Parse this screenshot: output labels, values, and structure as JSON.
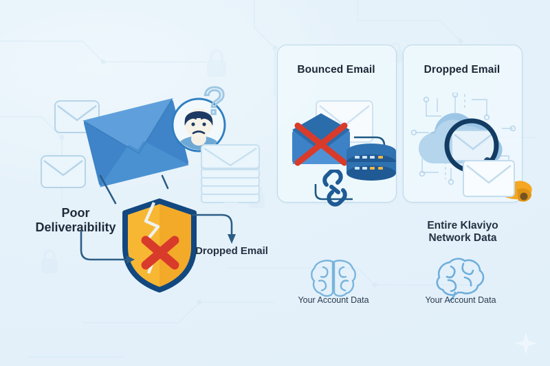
{
  "diagram": {
    "title_context": "Email deliverability infographic",
    "background_color": "#e6f2fa",
    "accent_blue": "#2f7fc1",
    "deep_blue": "#1b4f85",
    "shield_orange": "#f5a623",
    "alert_red": "#d93b2b",
    "text_dark": "#1e2b3a"
  },
  "left_section": {
    "poor_deliverability_label": "Poor\nDeliveraibility",
    "poor_deliverability_line1": "Poor",
    "poor_deliverability_line2": "Deliveraibility",
    "dropped_email_label": "Dropped Email",
    "icons": [
      {
        "name": "large-envelope",
        "color": "#4a90d9"
      },
      {
        "name": "small-envelope-top",
        "color": "#dceaf6"
      },
      {
        "name": "small-envelope-bottom",
        "color": "#dceaf6"
      },
      {
        "name": "confused-person-avatar",
        "color": "#2f7fc1"
      },
      {
        "name": "question-mark",
        "color": "#9ec7e3"
      },
      {
        "name": "envelope-stack",
        "color": "#d3e6f4"
      },
      {
        "name": "cracked-shield-with-x",
        "color": "#f5a623"
      }
    ]
  },
  "cards": [
    {
      "id": "bounced-email",
      "title": "Bounced Email",
      "icons": [
        "envelope-open-with-red-x",
        "white-envelope",
        "database-cylinder",
        "chain-link"
      ]
    },
    {
      "id": "dropped-email",
      "title": "Dropped Email",
      "icons": [
        "cloud-with-circuitry",
        "magnifier-over-envelope",
        "hand-holding-envelope"
      ]
    }
  ],
  "right_section": {
    "network_label_line1": "Entire Klaviyo",
    "network_label_line2": "Network Data"
  },
  "brains": [
    {
      "id": "account-data-left",
      "icon": "brain-top-view",
      "label": "Your Account Data"
    },
    {
      "id": "account-data-right",
      "icon": "brain-side-view",
      "label": "Your Account Data"
    }
  ],
  "watermarks": {
    "lock_icon_name": "padlock-icon",
    "sparkle_icon_name": "sparkle-icon"
  }
}
